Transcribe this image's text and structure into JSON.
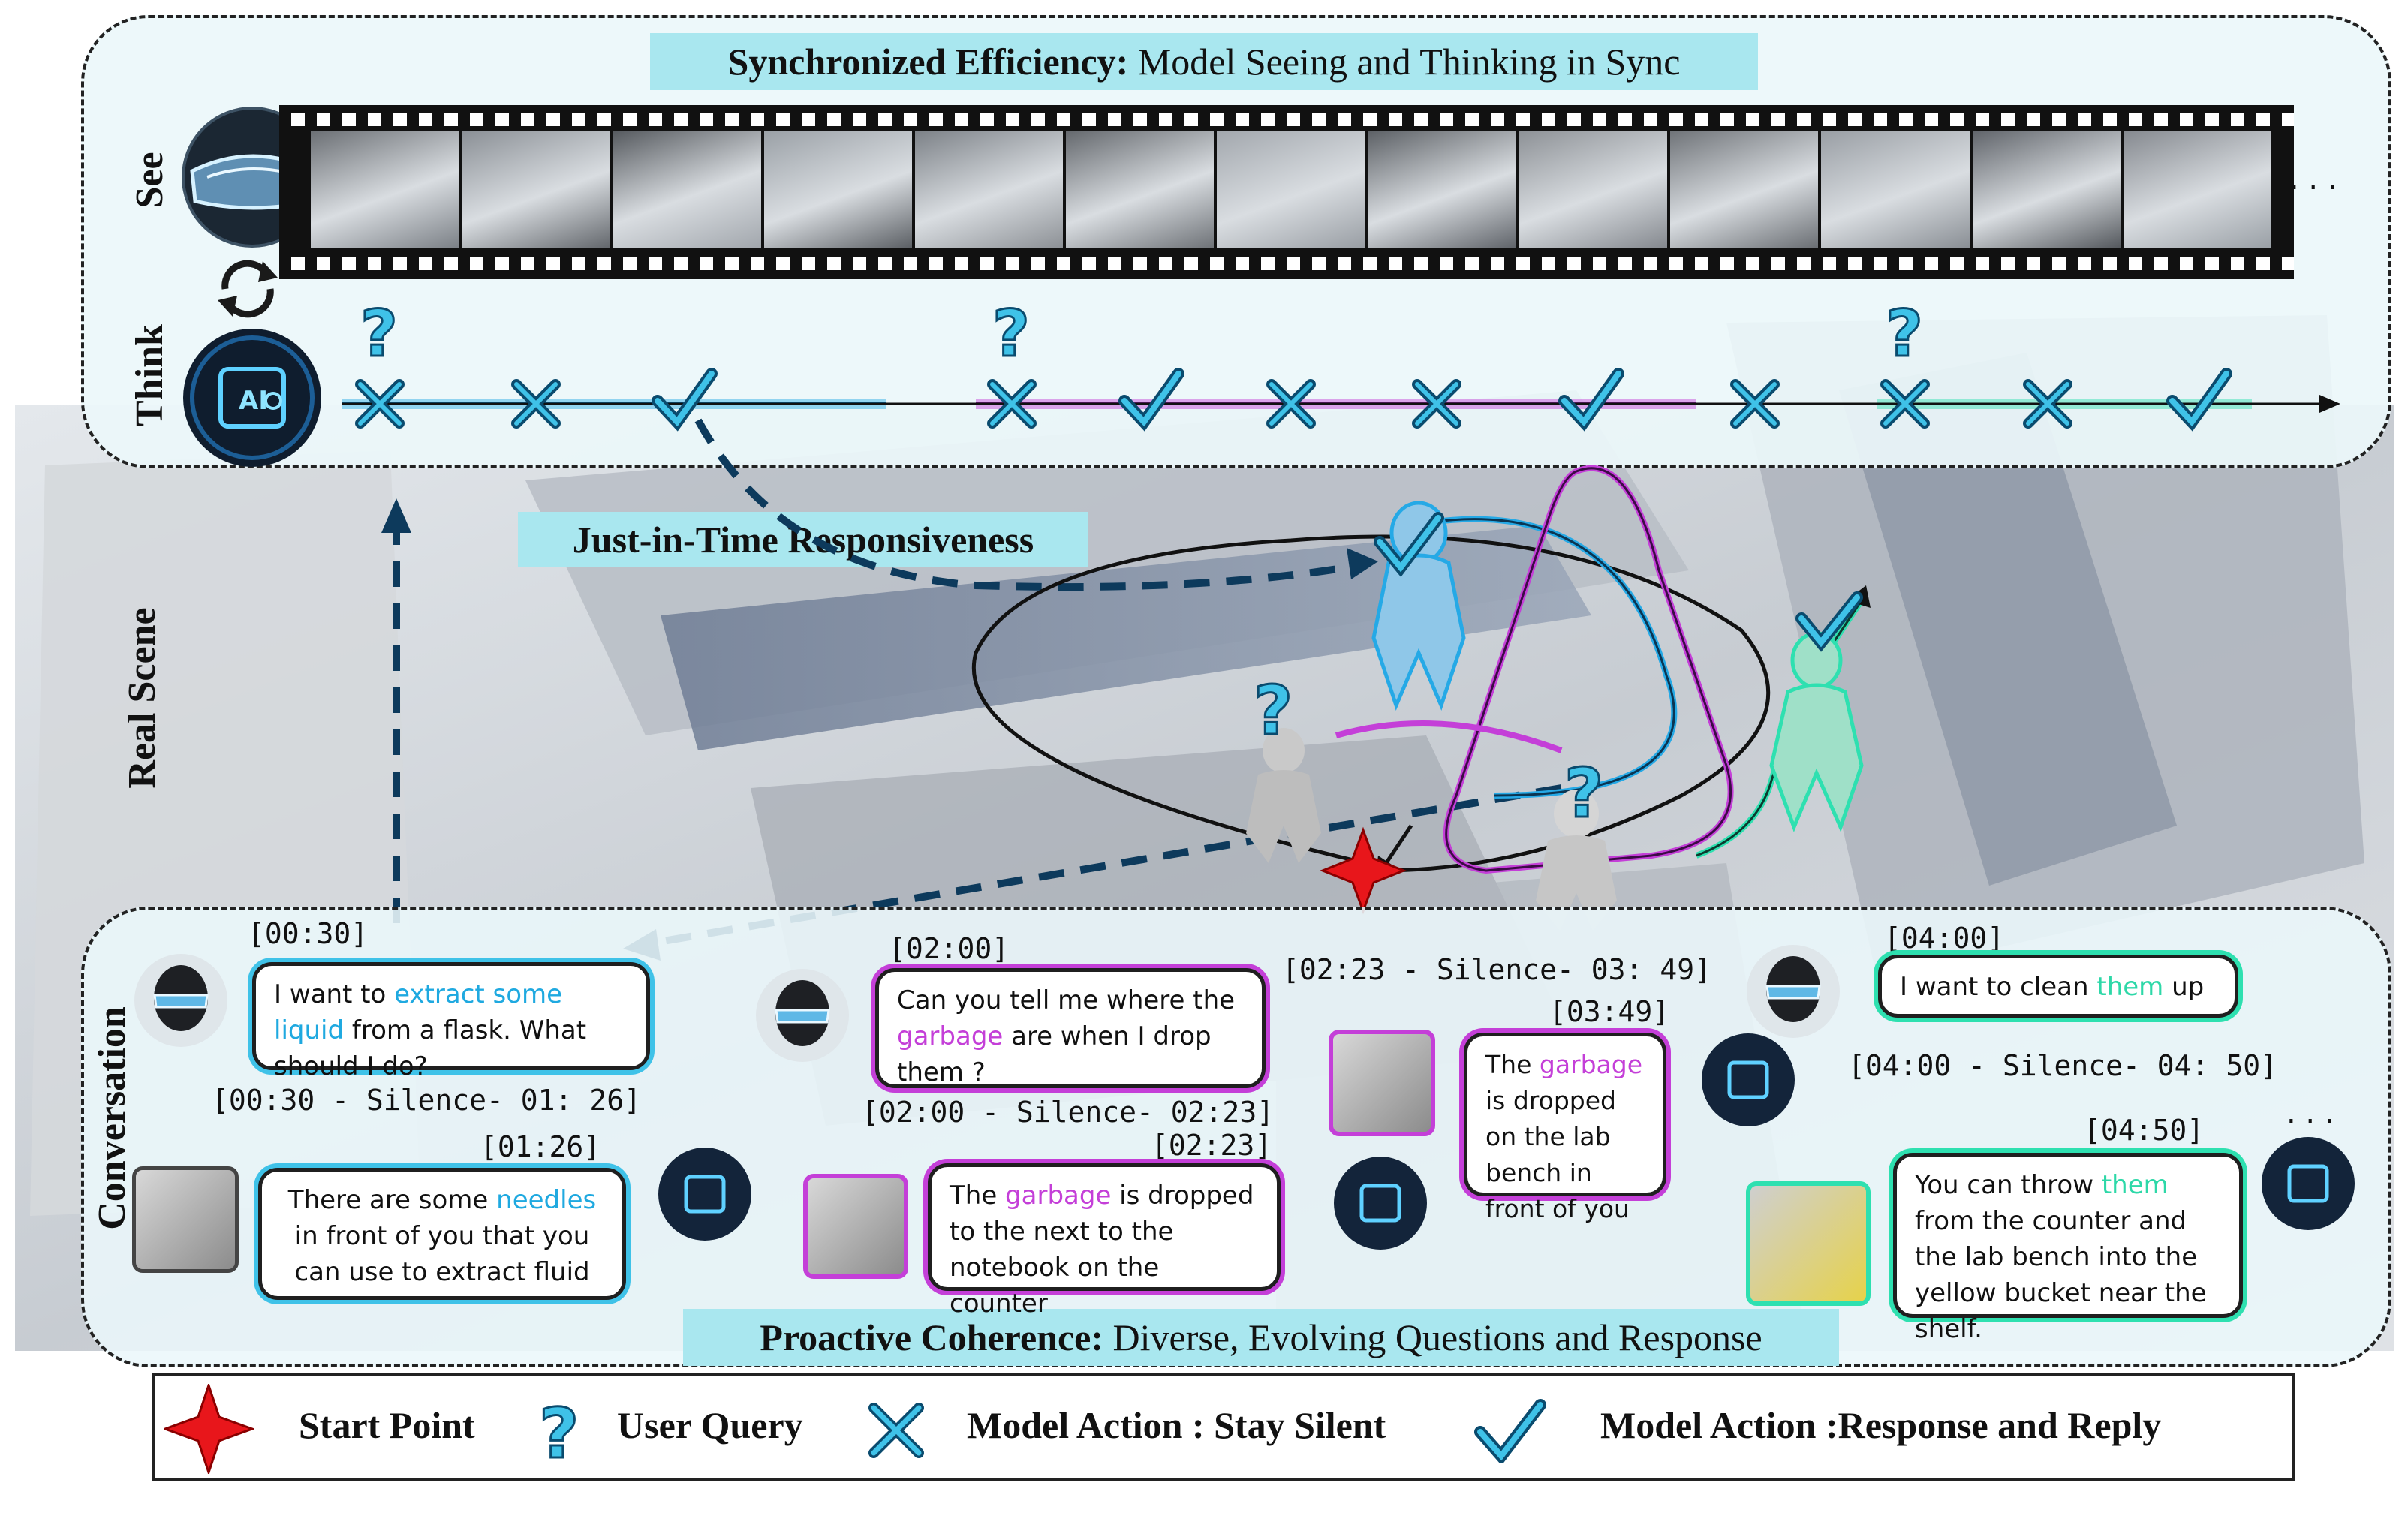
{
  "colors": {
    "accent_blue": "#1fa9e0",
    "accent_magenta": "#c43fd8",
    "accent_teal": "#2ed8a8",
    "banner": "#a9e7ef",
    "star": "#e8161b"
  },
  "top": {
    "title_bold": "Synchronized Efficiency:",
    "title_rest": " Model Seeing and Thinking in Sync",
    "see_label": "See",
    "think_label": "Think",
    "film_ellipsis": ". . .",
    "ai_chip_label": "AI"
  },
  "timeline": {
    "marks": [
      {
        "type": "query"
      },
      {
        "type": "silent"
      },
      {
        "type": "silent"
      },
      {
        "type": "reply"
      },
      {
        "type": "query"
      },
      {
        "type": "silent"
      },
      {
        "type": "reply"
      },
      {
        "type": "silent"
      },
      {
        "type": "silent"
      },
      {
        "type": "reply"
      },
      {
        "type": "silent"
      },
      {
        "type": "query"
      },
      {
        "type": "silent"
      },
      {
        "type": "silent"
      },
      {
        "type": "reply"
      }
    ]
  },
  "middle": {
    "jit_label": "Just-in-Time Responsiveness",
    "real_scene_label": "Real Scene"
  },
  "conversation": {
    "side_label": "Conversation",
    "bottom_bold": "Proactive Coherence:",
    "bottom_rest": " Diverse, Evolving Questions and Response",
    "ellipsis": ". . .",
    "timestamps": {
      "t0030": "[00:30]",
      "s1": "[00:30 - Silence- 01: 26]",
      "t0126": "[01:26]",
      "t0200": "[02:00]",
      "s2": "[02:00 - Silence- 02:23]",
      "t0223": "[02:23]",
      "s3": "[02:23 - Silence- 03: 49]",
      "t0349": "[03:49]",
      "t0400": "[04:00]",
      "s4": "[04:00 - Silence- 04: 50]",
      "t0450": "[04:50]"
    },
    "q1": {
      "pre": "I want to ",
      "hl": "extract some liquid",
      "post": " from a flask. What should I do?"
    },
    "a1": {
      "pre": "There are some ",
      "hl": "needles",
      "post": " in front of you that you can use to extract fluid"
    },
    "q2": {
      "pre": "Can you tell me where the ",
      "hl": "garbage",
      "post": " are when I  drop them ?"
    },
    "a2": {
      "pre": "The ",
      "hl": "garbage",
      "post": " is dropped to the next to the notebook on the counter"
    },
    "a3": {
      "pre": "The ",
      "hl": "garbage",
      "post": " is dropped on the lab bench in front of you"
    },
    "q3": {
      "pre": "I want to clean ",
      "hl": "them",
      "post": " up"
    },
    "a4": {
      "pre": "You can throw ",
      "hl": "them",
      "post": " from the counter and the lab bench into the yellow bucket near the shelf."
    }
  },
  "legend": {
    "start": "Start Point",
    "query": "User Query",
    "silent": "Model Action : Stay Silent",
    "reply": "Model Action :Response and Reply"
  }
}
